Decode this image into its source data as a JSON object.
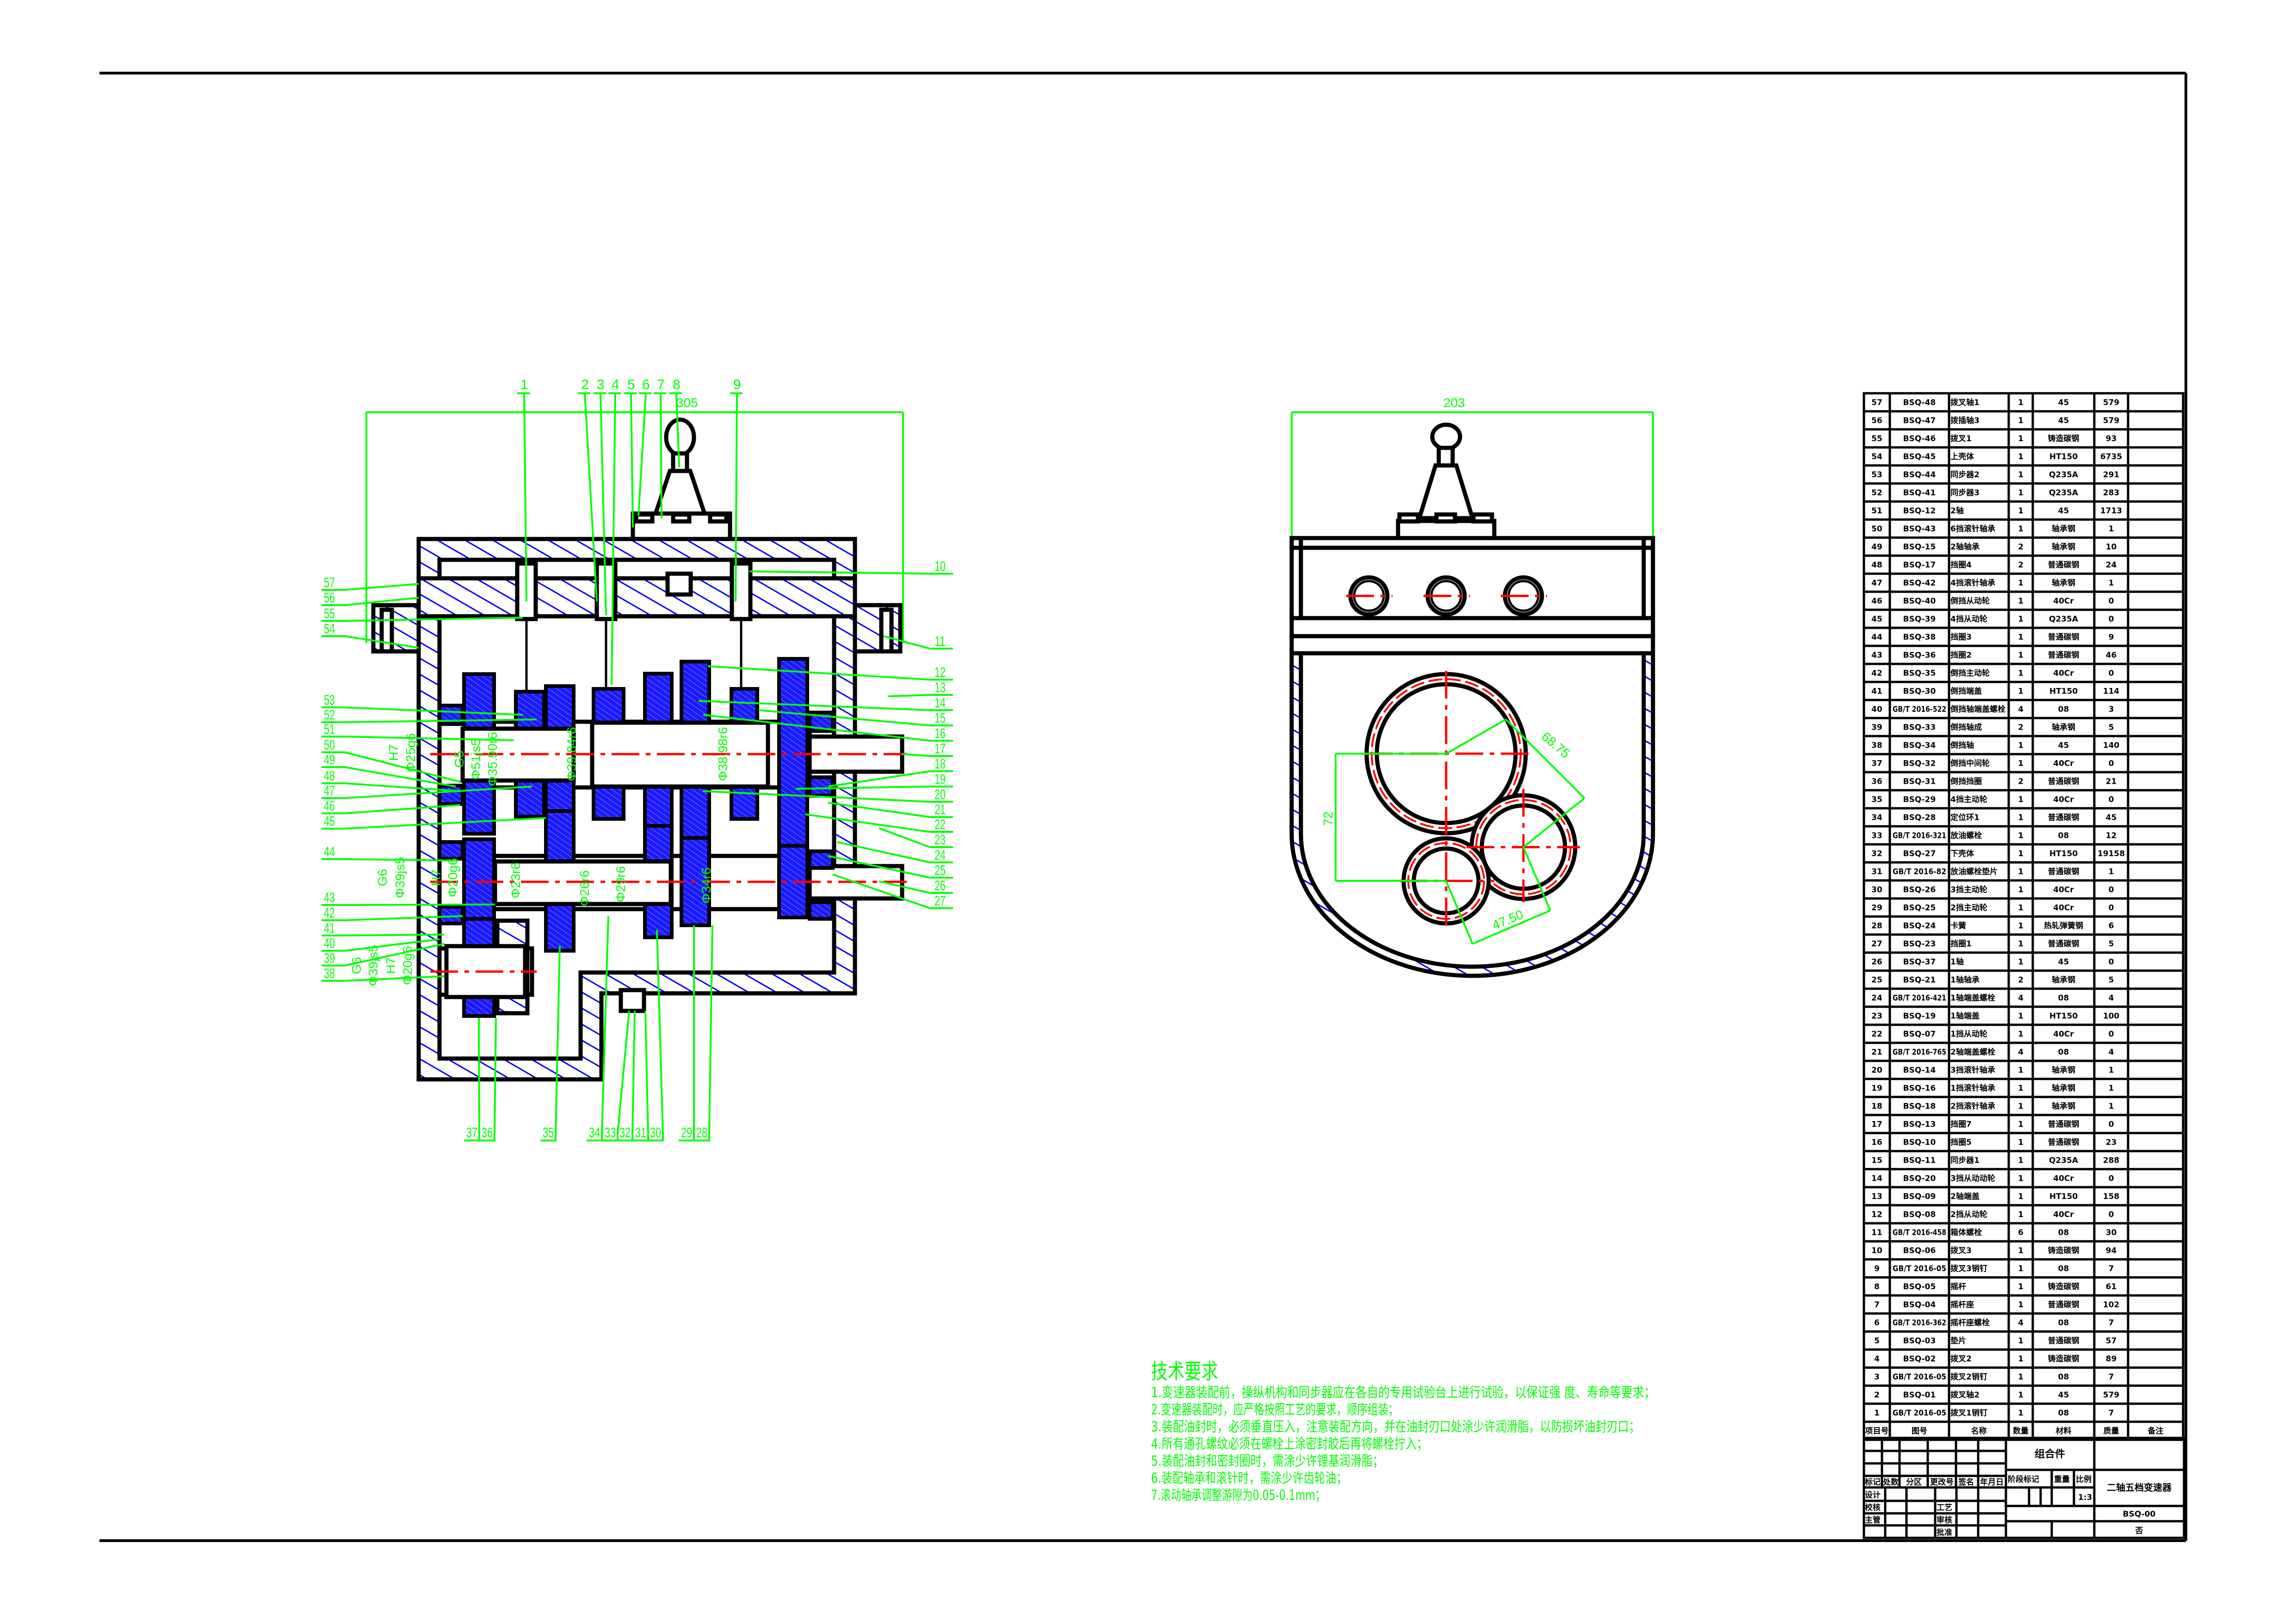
{
  "left_view": {
    "overall_dim": "305",
    "top_labels": [
      "1",
      "2",
      "3",
      "4",
      "5",
      "6",
      "7",
      "8",
      "9"
    ],
    "left_labels": [
      "57",
      "56",
      "55",
      "54",
      "53",
      "52",
      "51",
      "50",
      "49",
      "48",
      "47",
      "46",
      "45",
      "44",
      "43",
      "42",
      "41",
      "40",
      "39",
      "38"
    ],
    "right_labels": [
      "10",
      "11",
      "12",
      "13",
      "14",
      "15",
      "16",
      "17",
      "18",
      "19",
      "20",
      "21",
      "22",
      "23",
      "24",
      "25",
      "26",
      "27"
    ],
    "bottom_labels": [
      "37",
      "36",
      "35",
      "34",
      "33",
      "32",
      "31",
      "30",
      "29",
      "28"
    ],
    "fits": [
      "Φ39.84r6",
      "Φ38.98r6",
      "G5",
      "Φ51js5",
      "Φ35.90r6",
      "H7",
      "Φ25g6",
      "G6",
      "Φ39js5",
      "H7",
      "Φ20g6",
      "Φ23r6",
      "Φ26r6",
      "Φ29r6",
      "Φ34r6",
      "G6",
      "Φ39js5",
      "H7",
      "Φ20g6"
    ]
  },
  "right_view": {
    "width_dim": "203",
    "center_dim_1": "68.75",
    "center_dim_2": "47.50",
    "vertical_dim": "72"
  },
  "tech_requirements": {
    "title": "技术要求",
    "items": [
      "1.变速器装配前，操纵机构和同步器应在各自的专用试验台上进行试验，以保证强   度、寿命等要求；",
      "2.变速器装配时，应严格按照工艺的要求，顺序组装；",
      "3.装配油封时，必须垂直压入，注意装配方向，并在油封刃口处涂少许润滑脂，以防损坏油封刃口；",
      "4.所有通孔螺纹必须在螺栓上涂密封胶后再将螺栓拧入；",
      "5.装配油封和密封圈时，需涂少许锂基润滑脂；",
      "6.装配轴承和滚针时，需涂少许齿轮油；",
      "7.滚动轴承调整游隙为0.05-0.1mm；"
    ]
  },
  "bom": {
    "headers": [
      "项目号",
      "图号",
      "名称",
      "数量",
      "材料",
      "质量",
      "备注"
    ],
    "rows": [
      [
        "57",
        "BSQ-48",
        "拨叉轴1",
        "1",
        "45",
        "579",
        ""
      ],
      [
        "56",
        "BSQ-47",
        "拨插轴3",
        "1",
        "45",
        "579",
        ""
      ],
      [
        "55",
        "BSQ-46",
        "拨叉1",
        "1",
        "铸造碳钢",
        "93",
        ""
      ],
      [
        "54",
        "BSQ-45",
        "上壳体",
        "1",
        "HT150",
        "6735",
        ""
      ],
      [
        "53",
        "BSQ-44",
        "同步器2",
        "1",
        "Q235A",
        "291",
        ""
      ],
      [
        "52",
        "BSQ-41",
        "同步器3",
        "1",
        "Q235A",
        "283",
        ""
      ],
      [
        "51",
        "BSQ-12",
        "2轴",
        "1",
        "45",
        "1713",
        ""
      ],
      [
        "50",
        "BSQ-43",
        "6挡滚针轴承",
        "1",
        "轴承钢",
        "1",
        ""
      ],
      [
        "49",
        "BSQ-15",
        "2轴轴承",
        "2",
        "轴承钢",
        "10",
        ""
      ],
      [
        "48",
        "BSQ-17",
        "挡圈4",
        "2",
        "普通碳钢",
        "24",
        ""
      ],
      [
        "47",
        "BSQ-42",
        "4挡滚针轴承",
        "1",
        "轴承钢",
        "1",
        ""
      ],
      [
        "46",
        "BSQ-40",
        "倒挡从动轮",
        "1",
        "40Cr",
        "0",
        ""
      ],
      [
        "45",
        "BSQ-39",
        "4挡从动轮",
        "1",
        "Q235A",
        "0",
        ""
      ],
      [
        "44",
        "BSQ-38",
        "挡圈3",
        "1",
        "普通碳钢",
        "9",
        ""
      ],
      [
        "43",
        "BSQ-36",
        "挡圈2",
        "1",
        "普通碳钢",
        "46",
        ""
      ],
      [
        "42",
        "BSQ-35",
        "倒挡主动轮",
        "1",
        "40Cr",
        "0",
        ""
      ],
      [
        "41",
        "BSQ-30",
        "倒挡端盖",
        "1",
        "HT150",
        "114",
        ""
      ],
      [
        "40",
        "GB/T 2016-522",
        "倒挡轴端盖螺栓",
        "4",
        "08",
        "3",
        ""
      ],
      [
        "39",
        "BSQ-33",
        "倒挡轴成",
        "2",
        "轴承钢",
        "5",
        ""
      ],
      [
        "38",
        "BSQ-34",
        "倒挡轴",
        "1",
        "45",
        "140",
        ""
      ],
      [
        "37",
        "BSQ-32",
        "倒挡中间轮",
        "1",
        "40Cr",
        "0",
        ""
      ],
      [
        "36",
        "BSQ-31",
        "倒挡挡圈",
        "2",
        "普通碳钢",
        "21",
        ""
      ],
      [
        "35",
        "BSQ-29",
        "4挡主动轮",
        "1",
        "40Cr",
        "0",
        ""
      ],
      [
        "34",
        "BSQ-28",
        "定位环1",
        "1",
        "普通碳钢",
        "45",
        ""
      ],
      [
        "33",
        "GB/T 2016-321",
        "放油螺栓",
        "1",
        "08",
        "12",
        ""
      ],
      [
        "32",
        "BSQ-27",
        "下壳体",
        "1",
        "HT150",
        "19158",
        ""
      ],
      [
        "31",
        "GB/T 2016-82",
        "放油螺栓垫片",
        "1",
        "普通碳钢",
        "1",
        ""
      ],
      [
        "30",
        "BSQ-26",
        "3挡主动轮",
        "1",
        "40Cr",
        "0",
        ""
      ],
      [
        "29",
        "BSQ-25",
        "2挡主动轮",
        "1",
        "40Cr",
        "0",
        ""
      ],
      [
        "28",
        "BSQ-24",
        "卡簧",
        "1",
        "热轧弹簧钢",
        "6",
        ""
      ],
      [
        "27",
        "BSQ-23",
        "挡圈1",
        "1",
        "普通碳钢",
        "5",
        ""
      ],
      [
        "26",
        "BSQ-37",
        "1轴",
        "1",
        "45",
        "0",
        ""
      ],
      [
        "25",
        "BSQ-21",
        "1轴轴承",
        "2",
        "轴承钢",
        "5",
        ""
      ],
      [
        "24",
        "GB/T 2016-421",
        "1轴端盖螺栓",
        "4",
        "08",
        "4",
        ""
      ],
      [
        "23",
        "BSQ-19",
        "1轴端盖",
        "1",
        "HT150",
        "100",
        ""
      ],
      [
        "22",
        "BSQ-07",
        "1挡从动轮",
        "1",
        "40Cr",
        "0",
        ""
      ],
      [
        "21",
        "GB/T 2016-765",
        "2轴端盖螺栓",
        "4",
        "08",
        "4",
        ""
      ],
      [
        "20",
        "BSQ-14",
        "3挡滚针轴承",
        "1",
        "轴承钢",
        "1",
        ""
      ],
      [
        "19",
        "BSQ-16",
        "1挡滚针轴承",
        "1",
        "轴承钢",
        "1",
        ""
      ],
      [
        "18",
        "BSQ-18",
        "2挡滚针轴承",
        "1",
        "轴承钢",
        "1",
        ""
      ],
      [
        "17",
        "BSQ-13",
        "挡圈7",
        "1",
        "普通碳钢",
        "0",
        ""
      ],
      [
        "16",
        "BSQ-10",
        "挡圈5",
        "1",
        "普通碳钢",
        "23",
        ""
      ],
      [
        "15",
        "BSQ-11",
        "同步器1",
        "1",
        "Q235A",
        "288",
        ""
      ],
      [
        "14",
        "BSQ-20",
        "3挡从动动轮",
        "1",
        "40Cr",
        "0",
        ""
      ],
      [
        "13",
        "BSQ-09",
        "2轴端盖",
        "1",
        "HT150",
        "158",
        ""
      ],
      [
        "12",
        "BSQ-08",
        "2挡从动轮",
        "1",
        "40Cr",
        "0",
        ""
      ],
      [
        "11",
        "GB/T 2016-458",
        "箱体螺栓",
        "6",
        "08",
        "30",
        ""
      ],
      [
        "10",
        "BSQ-06",
        "拨叉3",
        "1",
        "铸造碳钢",
        "94",
        ""
      ],
      [
        "9",
        "GB/T 2016-05",
        "拨叉3销钉",
        "1",
        "08",
        "7",
        ""
      ],
      [
        "8",
        "BSQ-05",
        "摇杆",
        "1",
        "铸造碳钢",
        "61",
        ""
      ],
      [
        "7",
        "BSQ-04",
        "摇杆座",
        "1",
        "普通碳钢",
        "102",
        ""
      ],
      [
        "6",
        "GB/T 2016-362",
        "摇杆座螺栓",
        "4",
        "08",
        "7",
        ""
      ],
      [
        "5",
        "BSQ-03",
        "垫片",
        "1",
        "普通碳钢",
        "57",
        ""
      ],
      [
        "4",
        "BSQ-02",
        "拨叉2",
        "1",
        "铸造碳钢",
        "89",
        ""
      ],
      [
        "3",
        "GB/T 2016-05",
        "拨叉2销钉",
        "1",
        "08",
        "7",
        ""
      ],
      [
        "2",
        "BSQ-01",
        "拨叉轴2",
        "1",
        "45",
        "579",
        ""
      ],
      [
        "1",
        "GB/T 2016-05",
        "拨叉1销钉",
        "1",
        "08",
        "7",
        ""
      ]
    ]
  },
  "title_block": {
    "revision_headers": [
      "标记",
      "处数",
      "分区",
      "更改号",
      "签名",
      "年月日"
    ],
    "roles": [
      "设计",
      "校核",
      "主管"
    ],
    "roles2": [
      "工艺",
      "审核",
      "批准"
    ],
    "assembly_type": "组合件",
    "stage_label": "阶段标记",
    "weight_label": "重量",
    "scale_label": "比例",
    "scale_value": "1:3",
    "drawing_title": "二轴五档变速器",
    "drawing_number": "BSQ-00",
    "sheet_note": "否"
  }
}
